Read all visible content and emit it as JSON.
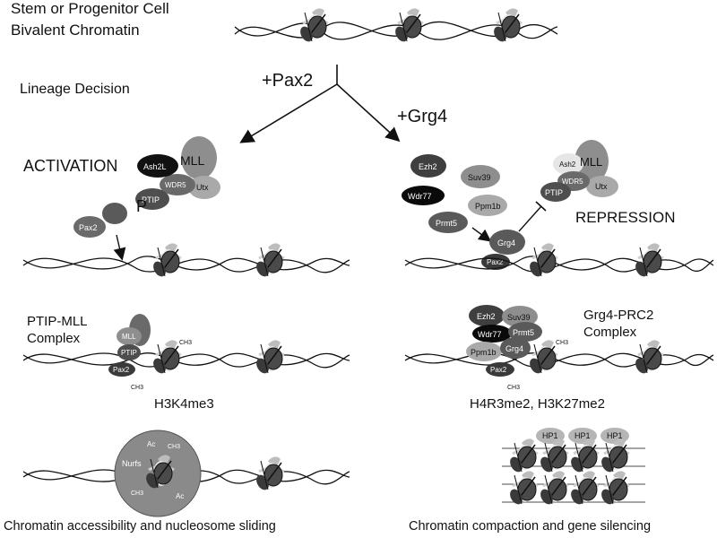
{
  "labels": {
    "stem_line1": "Stem or Progenitor Cell",
    "stem_line2": "Bivalent Chromatin",
    "lineage_decision": "Lineage Decision",
    "pax2_signal": "+Pax2",
    "grg4_signal": "+Grg4",
    "activation": "ACTIVATION",
    "repression": "REPRESSION",
    "ptip_mll_line1": "PTIP-MLL",
    "ptip_mll_line2": "Complex",
    "grg4_prc2_line1": "Grg4-PRC2",
    "grg4_prc2_line2": "Complex",
    "mark_left": "H3K4me3",
    "mark_right": "H4R3me2, H3K27me2",
    "caption_left": "Chromatin accessibility and nucleosome sliding",
    "caption_right": "Chromatin compaction and gene silencing"
  },
  "proteins": {
    "ash2l": "Ash2L",
    "mll": "MLL",
    "wdr5": "WDR5",
    "utx": "Utx",
    "ptip": "PTIP",
    "pax2": "Pax2",
    "phospho": "P",
    "ezh2": "Ezh2",
    "suv39": "Suv39",
    "wdr77": "Wdr77",
    "ppm1b": "Ppm1b",
    "prmt5": "Prmt5",
    "grg4": "Grg4",
    "ash2": "Ash2",
    "nurfs": "Nurfs",
    "ch3": "CH3",
    "ac": "Ac",
    "hp1": "HP1"
  }
}
